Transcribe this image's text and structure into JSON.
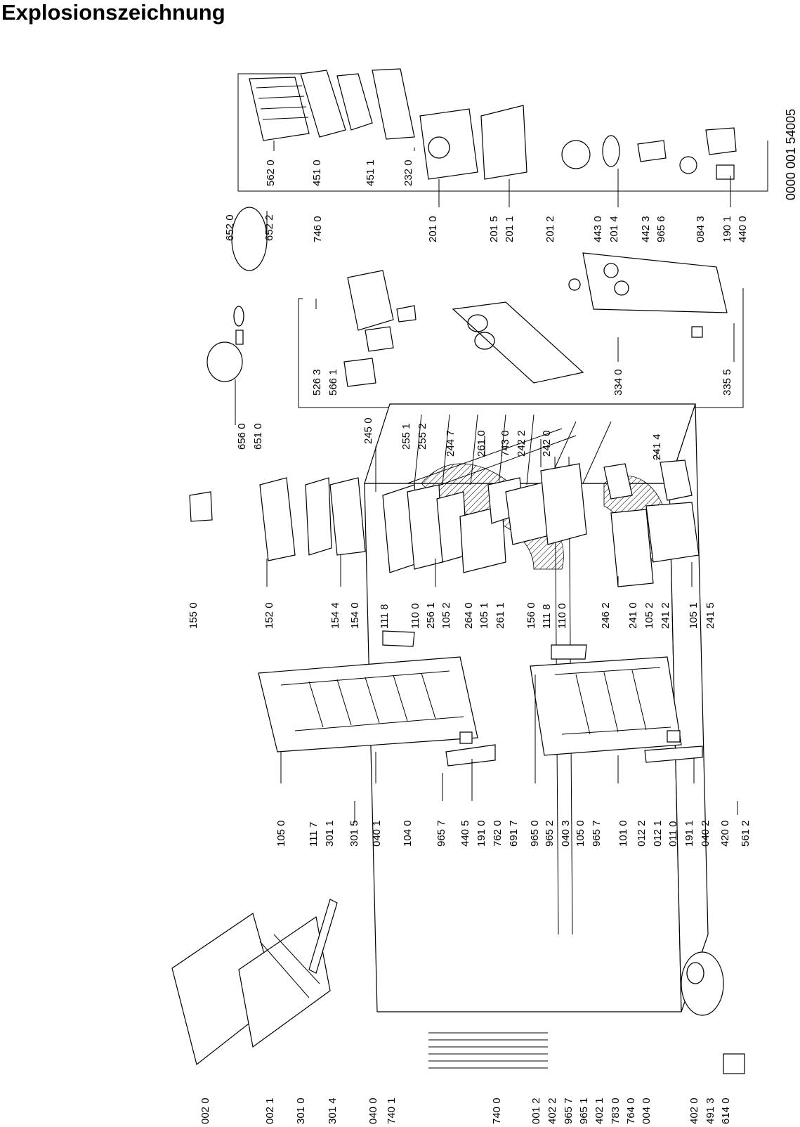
{
  "header": {
    "title": "Explosionszeichnung"
  },
  "document_code": "0000 001 54005",
  "part_labels": [
    "002 0",
    "002 1",
    "301 0",
    "301 4",
    "040 0",
    "740 1",
    "740 0",
    "001 2",
    "402 2",
    "965 7",
    "965 1",
    "402 1",
    "783 0",
    "764 0",
    "004 0",
    "402 0",
    "491 3",
    "614 0",
    "105 0",
    "111 7",
    "301 1",
    "301 5",
    "040 1",
    "104 0",
    "965 7",
    "440 5",
    "191 0",
    "762 0",
    "691 7",
    "965 0",
    "965 2",
    "040 3",
    "105 0",
    "965 7",
    "101 0",
    "012 2",
    "012 1",
    "011 0",
    "191 1",
    "040 2",
    "420 0",
    "561 2",
    "155 0",
    "152 0",
    "154 4",
    "154 0",
    "111 8",
    "110 0",
    "256 1",
    "105 2",
    "264 0",
    "105 1",
    "261 1",
    "156 0",
    "111 8",
    "110 0",
    "246 2",
    "241 0",
    "105 2",
    "241 2",
    "105 1",
    "241 5",
    "656 0",
    "651 0",
    "245 0",
    "255 1",
    "255 2",
    "244 7",
    "261 0",
    "743 0",
    "242 2",
    "242 0",
    "241 4",
    "652 0",
    "652 2",
    "526 3",
    "566 1",
    "334 0",
    "335 5",
    "746 0",
    "562 0",
    "451 0",
    "451 1",
    "232 0",
    "201 0",
    "201 5",
    "201 1",
    "201 2",
    "443 0",
    "201 4",
    "442 3",
    "965 6",
    "084 3",
    "190 1",
    "440 0"
  ]
}
